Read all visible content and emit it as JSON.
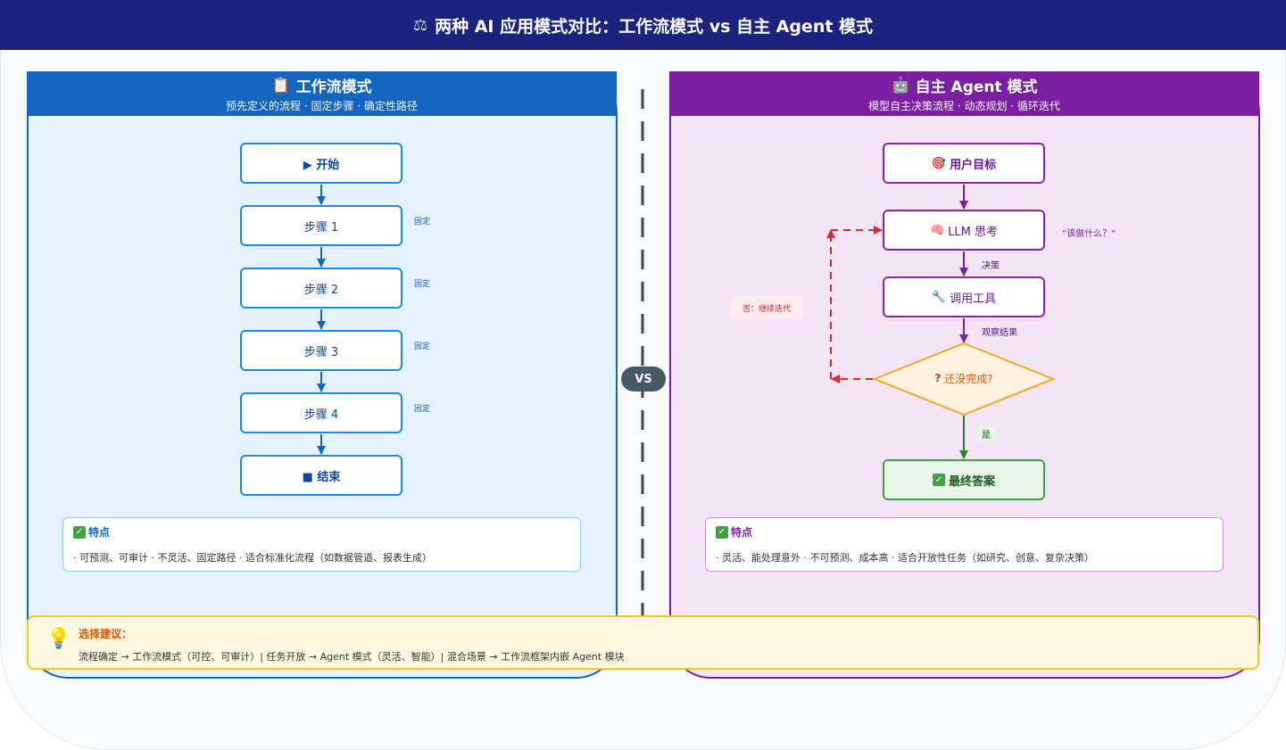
{
  "title": {
    "icon": "balance-scale-icon",
    "text": "两种 AI 应用模式对比：工作流模式 vs 自主 Agent 模式"
  },
  "workflow": {
    "icon": "clipboard-icon",
    "title": "工作流模式",
    "subtitle": "预先定义的流程 · 固定步骤 · 确定性路径",
    "nodes": [
      "▶ 开始",
      "步骤 1",
      "步骤 2",
      "步骤 3",
      "步骤 4",
      "■ 结束"
    ],
    "fixed_label": "固定",
    "features_title": "特点",
    "features_text": "· 可预测、可审计 · 不灵活、固定路径 · 适合标准化流程（如数据管道、报表生成）"
  },
  "agent": {
    "icon": "robot-icon",
    "title": "自主 Agent 模式",
    "subtitle": "模型自主决策流程 · 动态规划 · 循环迭代",
    "nodes": {
      "goal": "用户目标",
      "think": "LLM 思考",
      "tool": "调用工具",
      "done": "还没完成?",
      "final": "最终答案"
    },
    "labels": {
      "decide": "决策",
      "observe": "观察结果",
      "yes": "是",
      "no": "否：继续迭代",
      "quote": "“该做什么？”"
    },
    "features_title": "特点",
    "features_text": "· 灵活、能处理意外 · 不可预测、成本高 · 适合开放性任务（如研究、创意、复杂决策）"
  },
  "vs": "VS",
  "advice": {
    "icon": "lightbulb-icon",
    "title": "选择建议：",
    "text": "流程确定 → 工作流模式（可控、可审计）| 任务开放 → Agent 模式（灵活、智能）| 混合场景 → 工作流框架内嵌 Agent 模块"
  },
  "colors": {
    "title_bg": "#1a237e",
    "workflow": "#1565c0",
    "agent": "#7b1fa2",
    "loop": "#d32f2f",
    "decision": "#f9a825",
    "final": "#43a047",
    "advice": "#f9c623"
  }
}
